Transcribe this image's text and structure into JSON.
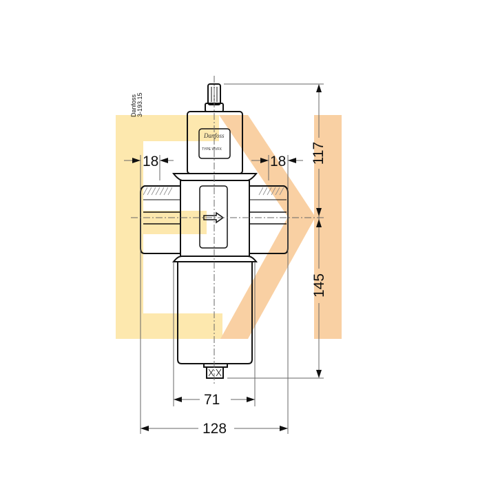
{
  "drawing": {
    "title": "Water valve dimension drawing",
    "drawing_code_line1": "Danfoss",
    "drawing_code_line2": "3-193.15",
    "nameplate_brand": "Danfoss",
    "nameplate_type": "TYPE WVFX",
    "flow_direction": "left-to-right"
  },
  "dimensions": {
    "left_port_depth": "18",
    "right_port_depth": "18",
    "top_height": "117",
    "bottom_height": "145",
    "body_width": "71",
    "overall_width": "128"
  },
  "watermark": {
    "shapes": [
      "E-letter",
      "chevron",
      "vertical-bar"
    ],
    "color_yellow": "#fde7a6",
    "color_orange": "#f9cfa0"
  },
  "colors": {
    "line": "#111111",
    "dim_line": "#666666",
    "background": "#ffffff"
  }
}
